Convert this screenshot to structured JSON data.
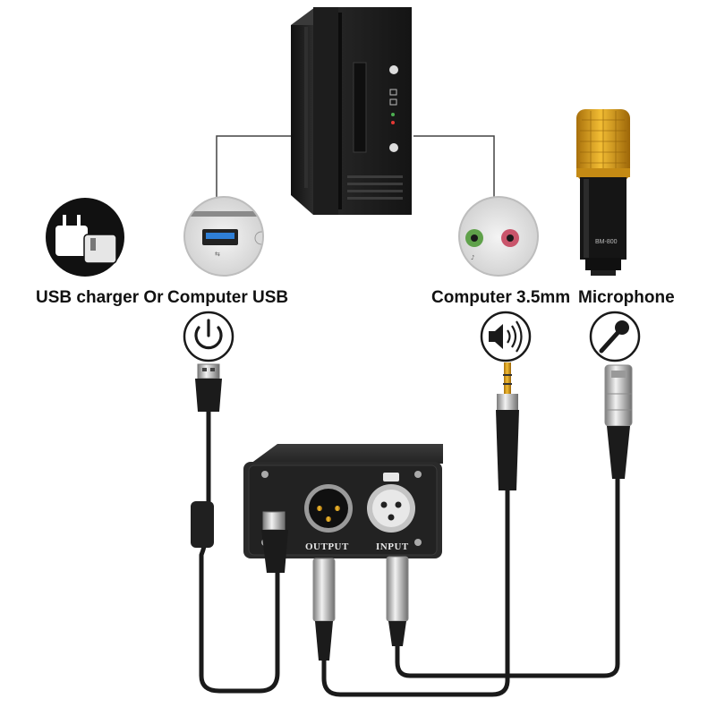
{
  "labels": {
    "usb_charger": "USB charger Or",
    "computer_usb": "Computer USB",
    "computer_audio": "Computer 3.5mm",
    "microphone": "Microphone"
  },
  "panel": {
    "output": "OUTPUT",
    "input": "INPUT"
  },
  "mic_model": "BM-800",
  "icons": {
    "charger": "usb-charger-icon",
    "power": "power-icon",
    "speaker": "speaker-icon",
    "mic": "microphone-icon"
  },
  "colors": {
    "cable": "#1a1a1a",
    "mic_grille": "#e0a419",
    "green_jack": "#5fa14a",
    "pink_jack": "#c9556b",
    "usb_blue": "#2f7fd6"
  }
}
